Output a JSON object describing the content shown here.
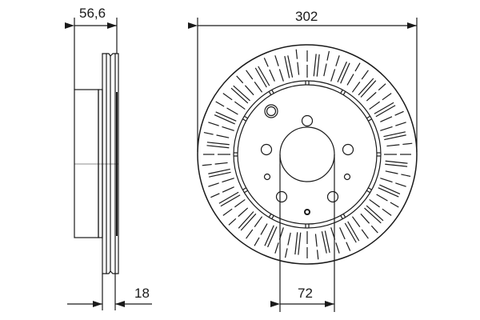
{
  "drawing": {
    "title": "Brake disc technical drawing",
    "side_view": {
      "overall_width_label": "56,6",
      "disc_thickness_label": "18"
    },
    "front_view": {
      "outer_diameter_label": "302",
      "center_bore_label": "72",
      "vent_slots_count": 60,
      "bolt_holes": 5,
      "small_holes": 2
    }
  },
  "colors": {
    "line": "#1a1a1a",
    "background": "#ffffff"
  }
}
